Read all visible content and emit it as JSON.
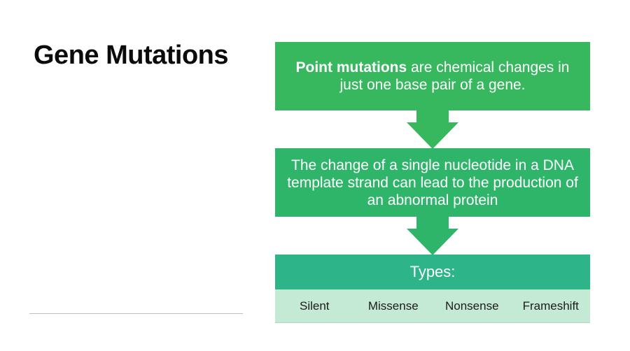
{
  "title": "Gene Mutations",
  "steps": {
    "step1": {
      "bold": "Point mutations",
      "rest": " are chemical changes in just one base pair of a gene."
    },
    "step2": {
      "text": "The change of a single nucleotide in a DNA template strand can lead to the production of an abnormal protein"
    }
  },
  "types": {
    "header": "Types:",
    "items": [
      "Silent",
      "Missense",
      "Nonsense",
      "Frameshift"
    ]
  },
  "colors": {
    "box1": "#37b75e",
    "box2": "#2fb56a",
    "types_header": "#2db589",
    "types_row": "#c4e9d4"
  }
}
